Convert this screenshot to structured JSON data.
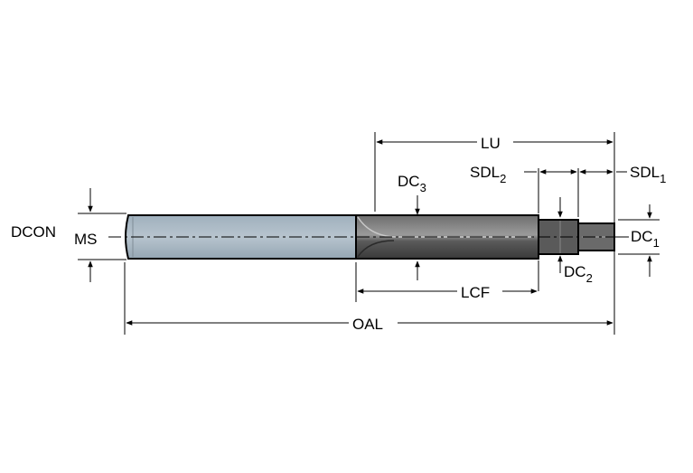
{
  "labels": {
    "lu": "LU",
    "dc3_main": "DC",
    "dc3_sub": "3",
    "sdl2_main": "SDL",
    "sdl2_sub": "2",
    "sdl1_main": "SDL",
    "sdl1_sub": "1",
    "dcon": "DCON",
    "ms": "MS",
    "dc1_main": "DC",
    "dc1_sub": "1",
    "dc2_main": "DC",
    "dc2_sub": "2",
    "lcf": "LCF",
    "oal": "OAL"
  },
  "colors": {
    "shank": "#aab7c2",
    "shank_dark": "#7f8c96",
    "body": "#4e4e4e",
    "body_light": "#7a7a7a",
    "line": "#000000"
  }
}
